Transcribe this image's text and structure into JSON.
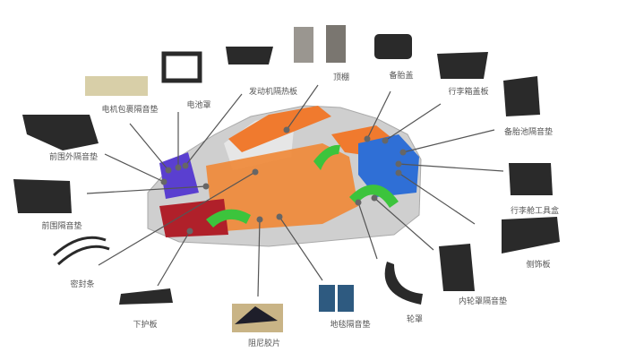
{
  "title": "汽车声学零部件分布图",
  "labels": [
    "电机包裹隔音垫",
    "电池罩",
    "发动机隔热板",
    "顶棚",
    "备胎盖",
    "行李箱盖板",
    "备胎池隔音垫",
    "前围外隔音垫",
    "前围隔音垫",
    "行李舱工具盒",
    "侧饰板",
    "密封条",
    "下护板",
    "阻尼胶片",
    "地毯隔音垫",
    "轮罩",
    "内轮罩隔音垫"
  ],
  "colors": {
    "orange": "#f07a2e",
    "blue_purple": "#5a3fd0",
    "blue": "#2f6fd6",
    "green": "#3cc43c",
    "red": "#b0202a",
    "body_gray": "#c8c8c8",
    "part_dark": "#2a2a2a",
    "leader": "#555555"
  }
}
